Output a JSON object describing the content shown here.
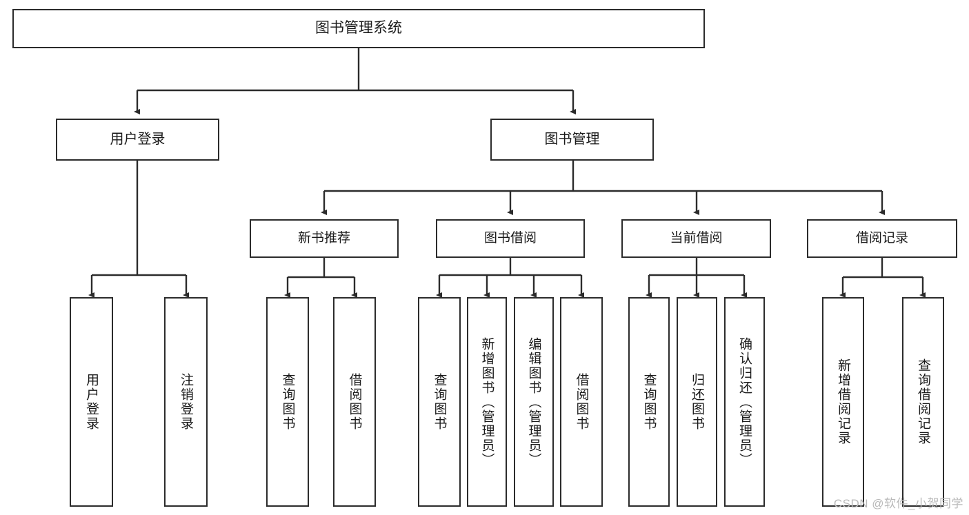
{
  "diagram": {
    "type": "tree-flowchart",
    "title_text": "图书管理系统",
    "watermark": "CSDN @软件_小贺同学",
    "colors": {
      "box_border": "#2b2b2b",
      "box_fill": "#ffffff",
      "connector": "#2b2b2b",
      "text": "#1a1a1a",
      "watermark": "#b9b9b9",
      "background": "#ffffff"
    },
    "root": {
      "label": "图书管理系统"
    },
    "level2": [
      {
        "label": "用户登录"
      },
      {
        "label": "图书管理"
      }
    ],
    "level3": [
      {
        "label": "新书推荐"
      },
      {
        "label": "图书借阅"
      },
      {
        "label": "当前借阅"
      },
      {
        "label": "借阅记录"
      }
    ],
    "leaves": {
      "user_login": [
        {
          "label": "用户登录"
        },
        {
          "label": "注销登录"
        }
      ],
      "new_book_recommend": [
        {
          "label": "查询图书"
        },
        {
          "label": "借阅图书"
        }
      ],
      "book_borrow": [
        {
          "label": "查询图书"
        },
        {
          "label": "新增图书（管理员）"
        },
        {
          "label": "编辑图书（管理员）"
        },
        {
          "label": "借阅图书"
        }
      ],
      "current_borrow": [
        {
          "label": "查询图书"
        },
        {
          "label": "归还图书"
        },
        {
          "label": "确认归还（管理员）"
        }
      ],
      "borrow_records": [
        {
          "label": "新增借阅记录"
        },
        {
          "label": "查询借阅记录"
        }
      ]
    }
  }
}
